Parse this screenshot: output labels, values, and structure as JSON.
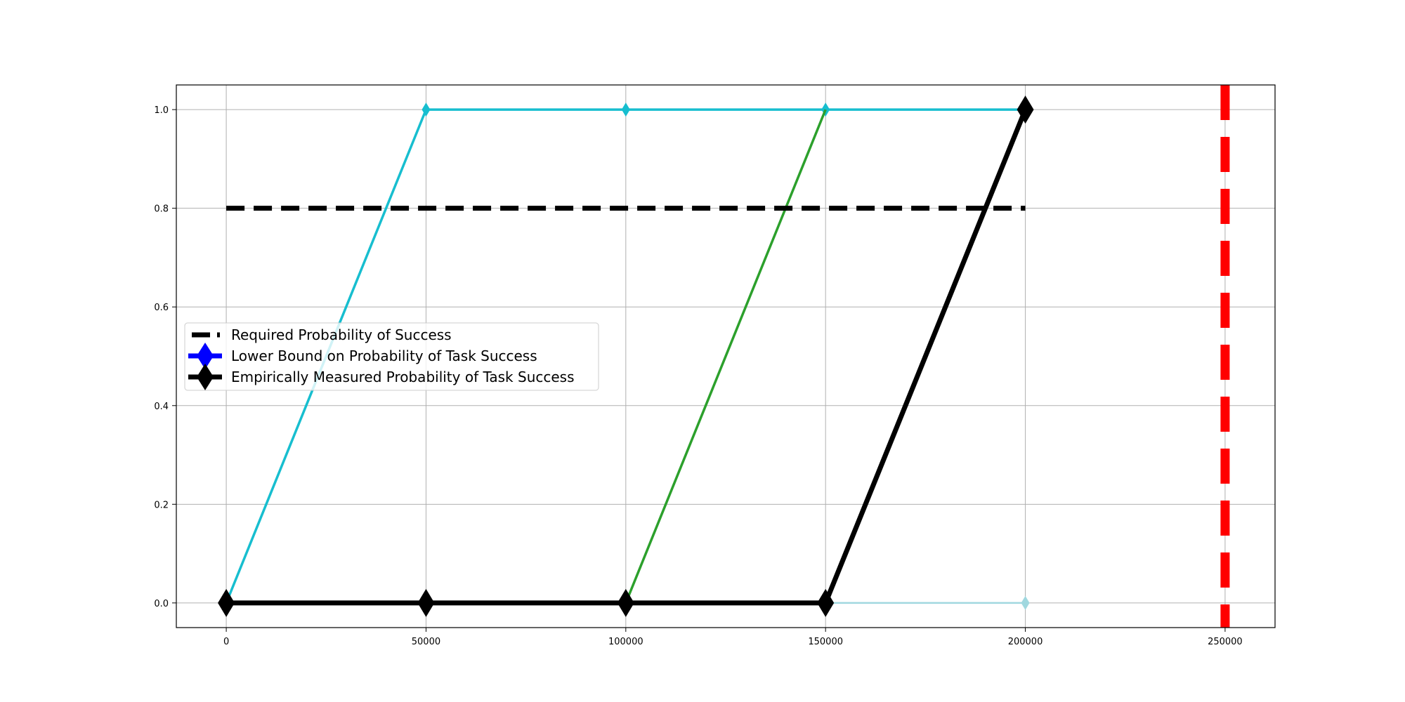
{
  "chart_data": {
    "type": "line",
    "title": "",
    "xlabel": "",
    "ylabel": "",
    "xlim": [
      -12500,
      262500
    ],
    "ylim": [
      -0.05,
      1.05
    ],
    "grid": true,
    "x_ticks": [
      0,
      50000,
      100000,
      150000,
      200000,
      250000
    ],
    "x_tick_labels": [
      "0",
      "50000",
      "100000",
      "150000",
      "200000",
      "250000"
    ],
    "y_ticks": [
      0.0,
      0.2,
      0.4,
      0.6,
      0.8,
      1.0
    ],
    "y_tick_labels": [
      "0.0",
      "0.2",
      "0.4",
      "0.6",
      "0.8",
      "1.0"
    ],
    "legend": {
      "placement": "center-left",
      "entries": [
        {
          "label": "Required Probability of Success",
          "color": "#000000",
          "style": "dashed"
        },
        {
          "label": "Lower Bound on Probability of Task Success",
          "color": "#0000ff",
          "style": "solid",
          "marker": "diamond"
        },
        {
          "label": "Empirically Measured Probability of Task Success",
          "color": "#000000",
          "style": "solid",
          "marker": "diamond"
        }
      ]
    },
    "series": [
      {
        "color": "#a0d8df",
        "style": "solid",
        "width": 2.5,
        "marker": "diamond",
        "marker_size": "small",
        "x": [
          150000,
          200000
        ],
        "y": [
          0.0,
          0.0
        ]
      },
      {
        "color": "#17becf",
        "style": "solid",
        "width": 3.5,
        "marker": "diamond",
        "marker_size": "small",
        "x": [
          0,
          50000,
          100000,
          150000,
          200000
        ],
        "y": [
          0.0,
          1.0,
          1.0,
          1.0,
          1.0
        ]
      },
      {
        "color": "#2ca02c",
        "style": "solid",
        "width": 3.5,
        "marker": "none",
        "x": [
          100000,
          150000
        ],
        "y": [
          0.0,
          1.0
        ]
      },
      {
        "color": "#000000",
        "style": "dashed",
        "width": 7,
        "marker": "none",
        "x": [
          0,
          200000
        ],
        "y": [
          0.8,
          0.8
        ]
      },
      {
        "color": "#000000",
        "style": "solid",
        "width": 7,
        "marker": "diamond",
        "marker_size": "large",
        "x": [
          0,
          50000,
          100000,
          150000,
          200000
        ],
        "y": [
          0.0,
          0.0,
          0.0,
          0.0,
          1.0
        ]
      }
    ],
    "vertical_line": {
      "x": 250000,
      "color": "#ff0000",
      "style": "dashed"
    }
  }
}
